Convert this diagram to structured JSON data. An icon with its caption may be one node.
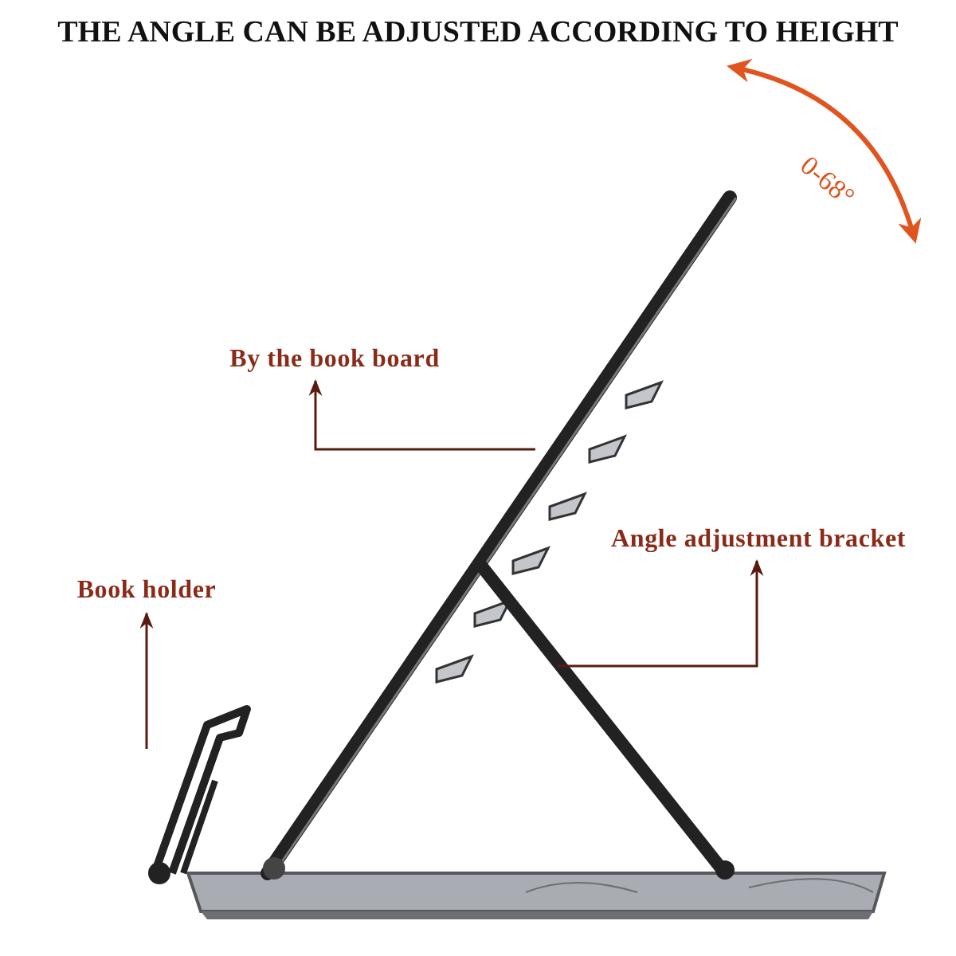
{
  "diagram": {
    "title": "THE ANGLE CAN BE ADJUSTED ACCORDING TO HEIGHT",
    "nodes": [
      {
        "text": [
          "By the book board"
        ]
      },
      {
        "text": [
          "Angle adjustment bracket"
        ]
      },
      {
        "text": [
          "Book holder"
        ]
      }
    ],
    "edges": [
      {
        "from": null,
        "to": 0,
        "arrow": "to"
      },
      {
        "from": null,
        "to": 1,
        "arrow": "to"
      },
      {
        "from": null,
        "to": 2,
        "arrow": "to"
      }
    ],
    "labels": [
      "0-68°"
    ]
  }
}
